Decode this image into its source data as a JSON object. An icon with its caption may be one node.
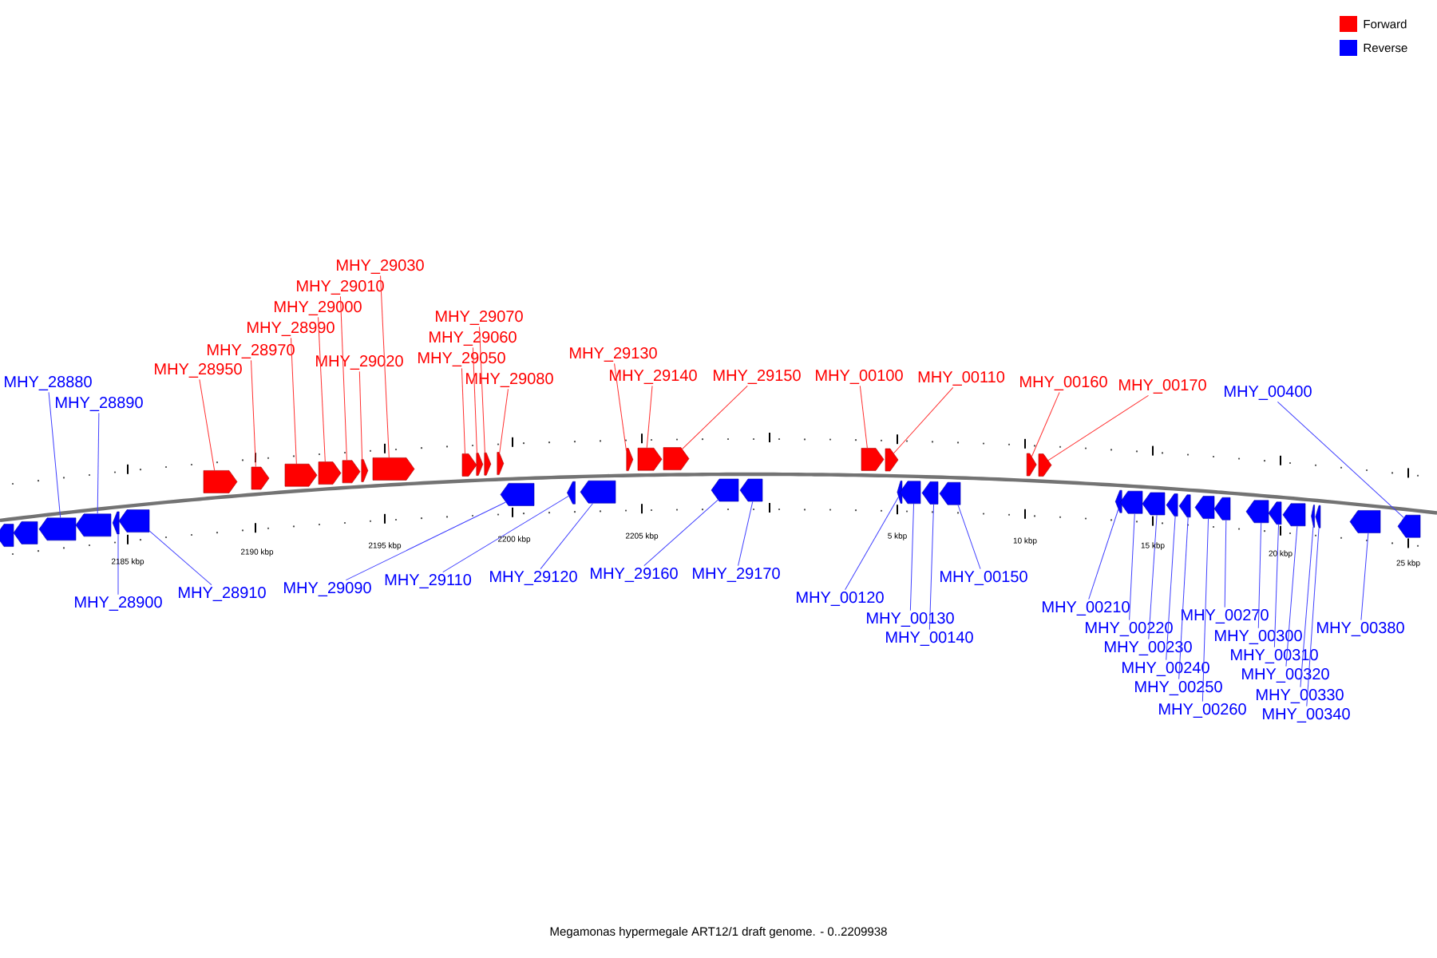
{
  "diagram": {
    "caption": "Megamonas hypermegale ART12/1 draft genome. - 0..2209938",
    "nodes": [
      {
        "text": [
          "MHY_29030"
        ]
      },
      {
        "text": [
          "MHY_29010"
        ]
      },
      {
        "text": [
          "MHY_29000"
        ]
      },
      {
        "text": [
          "MHY_28990"
        ]
      },
      {
        "text": [
          "MHY_29070"
        ]
      },
      {
        "text": [
          "MHY_29060"
        ]
      },
      {
        "text": [
          "MHY_28970"
        ]
      },
      {
        "text": [
          "MHY_29050"
        ]
      },
      {
        "text": [
          "MHY_29130"
        ]
      },
      {
        "text": [
          "MHY_28950"
        ]
      },
      {
        "text": [
          "MHY_29020"
        ]
      },
      {
        "text": [
          "MHY_28880"
        ]
      },
      {
        "text": [
          "MHY_29080"
        ]
      },
      {
        "text": [
          "MHY_29140"
        ]
      },
      {
        "text": [
          "MHY_29150"
        ]
      },
      {
        "text": [
          "MHY_00100"
        ]
      },
      {
        "text": [
          "MHY_00110"
        ]
      },
      {
        "text": [
          "MHY_00160"
        ]
      },
      {
        "text": [
          "MHY_00170"
        ]
      },
      {
        "text": [
          "MHY_00400"
        ]
      },
      {
        "text": [
          "MHY_28890"
        ]
      },
      {
        "text": [
          "MHY_29160"
        ]
      },
      {
        "text": [
          "MHY_29170"
        ]
      },
      {
        "text": [
          "MHY_29120"
        ]
      },
      {
        "text": [
          "MHY_00150"
        ]
      },
      {
        "text": [
          "MHY_29110"
        ]
      },
      {
        "text": [
          "MHY_29090"
        ]
      },
      {
        "text": [
          "MHY_28910"
        ]
      },
      {
        "text": [
          "MHY_00120"
        ]
      },
      {
        "text": [
          "MHY_28900"
        ]
      },
      {
        "text": [
          "MHY_00210"
        ]
      },
      {
        "text": [
          "MHY_00270"
        ]
      },
      {
        "text": [
          "MHY_00130"
        ]
      },
      {
        "text": [
          "MHY_00220"
        ]
      },
      {
        "text": [
          "MHY_00300"
        ]
      },
      {
        "text": [
          "MHY_00380"
        ]
      },
      {
        "text": [
          "MHY_00140"
        ]
      },
      {
        "text": [
          "MHY_00230"
        ]
      },
      {
        "text": [
          "MHY_00310"
        ]
      },
      {
        "text": [
          "MHY_00240"
        ]
      },
      {
        "text": [
          "MHY_00320"
        ]
      },
      {
        "text": [
          "MHY_00250"
        ]
      },
      {
        "text": [
          "MHY_00330"
        ]
      },
      {
        "text": [
          "MHY_00260"
        ]
      },
      {
        "text": [
          "MHY_00340"
        ]
      },
      {
        "text": [],
        "shape": "pentagon"
      },
      {
        "text": [],
        "shape": "pentagon"
      },
      {
        "text": [],
        "shape": "pentagon"
      },
      {
        "text": [],
        "shape": "pentagon"
      },
      {
        "text": [],
        "shape": "pentagon"
      },
      {
        "text": [],
        "shape": "pentagon"
      },
      {
        "text": [],
        "shape": "pentagon"
      },
      {
        "text": [],
        "shape": "pentagon"
      },
      {
        "text": [],
        "shape": "pentagon"
      },
      {
        "text": [],
        "shape": "pentagon"
      },
      {
        "text": [],
        "shape": "pentagon"
      },
      {
        "text": [],
        "shape": "pentagon"
      },
      {
        "text": [],
        "shape": "pentagon"
      },
      {
        "text": [],
        "shape": "pentagon"
      },
      {
        "text": [],
        "shape": "pentagon"
      },
      {
        "text": [],
        "shape": "pentagon"
      },
      {
        "text": [],
        "shape": "pentagon"
      },
      {
        "text": [],
        "shape": "pentagon"
      },
      {
        "text": [],
        "shape": "pentagon"
      },
      {
        "text": [],
        "shape": "pentagon"
      },
      {
        "text": [],
        "shape": "pentagon"
      },
      {
        "text": [],
        "shape": "pentagon"
      },
      {
        "text": [],
        "shape": "pentagon"
      },
      {
        "text": [],
        "shape": "pentagon"
      },
      {
        "text": [],
        "shape": "pentagon"
      },
      {
        "text": [],
        "shape": "pentagon"
      },
      {
        "text": [],
        "shape": "pentagon"
      },
      {
        "text": [],
        "shape": "pentagon"
      },
      {
        "text": [],
        "shape": "pentagon"
      },
      {
        "text": [],
        "shape": "pentagon"
      },
      {
        "text": [],
        "shape": "pentagon"
      },
      {
        "text": [],
        "shape": "pentagon"
      },
      {
        "text": [],
        "shape": "pentagon"
      },
      {
        "text": [],
        "shape": "pentagon"
      },
      {
        "text": [],
        "shape": "pentagon"
      },
      {
        "text": [],
        "shape": "pentagon"
      },
      {
        "text": [],
        "shape": "pentagon"
      },
      {
        "text": [],
        "shape": "pentagon"
      },
      {
        "text": [],
        "shape": "pentagon"
      },
      {
        "text": [],
        "shape": "pentagon"
      },
      {
        "text": [],
        "shape": "pentagon"
      },
      {
        "text": [],
        "shape": "pentagon"
      },
      {
        "text": [],
        "shape": "pentagon"
      },
      {
        "text": [],
        "shape": "pentagon"
      },
      {
        "text": [],
        "shape": "pentagon"
      },
      {
        "text": [],
        "shape": "pentagon"
      },
      {
        "text": [],
        "shape": "pentagon"
      }
    ],
    "edges": [
      {
        "from": 0,
        "to": 51,
        "arrow": "none",
        "color": "#ff3030"
      },
      {
        "from": 1,
        "to": 49,
        "arrow": "none",
        "color": "#ff3030"
      },
      {
        "from": 2,
        "to": 48,
        "arrow": "none",
        "color": "#ff3030"
      },
      {
        "from": 3,
        "to": 47,
        "arrow": "none",
        "color": "#ff3030"
      },
      {
        "from": 4,
        "to": 54,
        "arrow": "none",
        "color": "#ff3030"
      },
      {
        "from": 5,
        "to": 53,
        "arrow": "none",
        "color": "#ff3030"
      },
      {
        "from": 6,
        "to": 46,
        "arrow": "none",
        "color": "#ff3030"
      },
      {
        "from": 7,
        "to": 52,
        "arrow": "none",
        "color": "#ff3030"
      },
      {
        "from": 8,
        "to": 56,
        "arrow": "none",
        "color": "#ff3030"
      },
      {
        "from": 9,
        "to": 45,
        "arrow": "none",
        "color": "#ff3030"
      },
      {
        "from": 10,
        "to": 50,
        "arrow": "none",
        "color": "#ff3030"
      },
      {
        "from": 11,
        "to": 65,
        "arrow": "none"
      },
      {
        "from": 12,
        "to": 55,
        "arrow": "none",
        "color": "#ff3030"
      },
      {
        "from": 13,
        "to": 57,
        "arrow": "none",
        "color": "#ff3030"
      },
      {
        "from": 14,
        "to": 58,
        "arrow": "none",
        "color": "#ff3030"
      },
      {
        "from": 15,
        "to": 59,
        "arrow": "none",
        "color": "#ff3030"
      },
      {
        "from": 16,
        "to": 60,
        "arrow": "none",
        "color": "#ff3030"
      },
      {
        "from": 17,
        "to": 61,
        "arrow": "none",
        "color": "#ff3030"
      },
      {
        "from": 18,
        "to": 62,
        "arrow": "none",
        "color": "#ff3030"
      },
      {
        "from": 19,
        "to": 91,
        "arrow": "none"
      },
      {
        "from": 20,
        "to": 66,
        "arrow": "none"
      },
      {
        "from": 21,
        "to": 72,
        "arrow": "none"
      },
      {
        "from": 22,
        "to": 73,
        "arrow": "none"
      },
      {
        "from": 23,
        "to": 71,
        "arrow": "none"
      },
      {
        "from": 24,
        "to": 77,
        "arrow": "none"
      },
      {
        "from": 25,
        "to": 70,
        "arrow": "none"
      },
      {
        "from": 26,
        "to": 69,
        "arrow": "none"
      },
      {
        "from": 27,
        "to": 68,
        "arrow": "none"
      },
      {
        "from": 28,
        "to": 74,
        "arrow": "none"
      },
      {
        "from": 29,
        "to": 67,
        "arrow": "none"
      },
      {
        "from": 30,
        "to": 78,
        "arrow": "none"
      },
      {
        "from": 31,
        "to": 84,
        "arrow": "none"
      },
      {
        "from": 32,
        "to": 75,
        "arrow": "none"
      },
      {
        "from": 33,
        "to": 79,
        "arrow": "none"
      },
      {
        "from": 34,
        "to": 85,
        "arrow": "none"
      },
      {
        "from": 35,
        "to": 90,
        "arrow": "none"
      },
      {
        "from": 36,
        "to": 76,
        "arrow": "none"
      },
      {
        "from": 37,
        "to": 80,
        "arrow": "none"
      },
      {
        "from": 38,
        "to": 86,
        "arrow": "none"
      },
      {
        "from": 39,
        "to": 81,
        "arrow": "none"
      },
      {
        "from": 40,
        "to": 87,
        "arrow": "none"
      },
      {
        "from": 41,
        "to": 82,
        "arrow": "none"
      },
      {
        "from": 42,
        "to": 88,
        "arrow": "none"
      },
      {
        "from": 43,
        "to": 83,
        "arrow": "none"
      },
      {
        "from": 44,
        "to": 89,
        "arrow": "none"
      }
    ],
    "labels": [
      "2185 kbp",
      "2190 kbp",
      "2195 kbp",
      "2200 kbp",
      "2205 kbp",
      "5 kbp",
      "10 kbp",
      "15 kbp",
      "20 kbp",
      "25 kbp"
    ],
    "legend": [
      {
        "text": "Forward",
        "color": "#ff0000"
      },
      {
        "text": "Reverse",
        "color": "#0000ff"
      }
    ]
  }
}
